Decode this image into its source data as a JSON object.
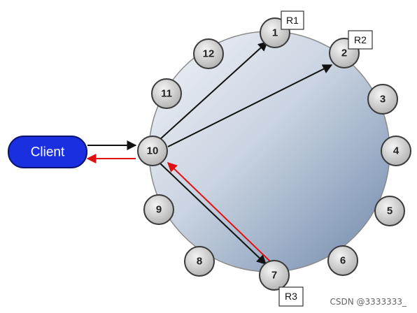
{
  "client": {
    "label": "Client"
  },
  "coordinator": {
    "label": "10"
  },
  "nodes": [
    {
      "label": "1"
    },
    {
      "label": "2"
    },
    {
      "label": "3"
    },
    {
      "label": "4"
    },
    {
      "label": "5"
    },
    {
      "label": "6"
    },
    {
      "label": "7"
    },
    {
      "label": "8"
    },
    {
      "label": "9"
    },
    {
      "label": "11"
    },
    {
      "label": "12"
    }
  ],
  "replicas": [
    {
      "label": "R1",
      "node": "1"
    },
    {
      "label": "R2",
      "node": "2"
    },
    {
      "label": "R3",
      "node": "7"
    }
  ],
  "watermark": "CSDN @3333333_",
  "colors": {
    "ring_light": "#eef1f6",
    "ring_dark": "#7f97b6",
    "client_fill": "#1a2fe0",
    "client_stroke": "#0a1470",
    "request_arrow": "#111111",
    "response_arrow": "#e01010",
    "node_fill_light": "#ececec",
    "node_fill_dark": "#b8b8b8"
  }
}
